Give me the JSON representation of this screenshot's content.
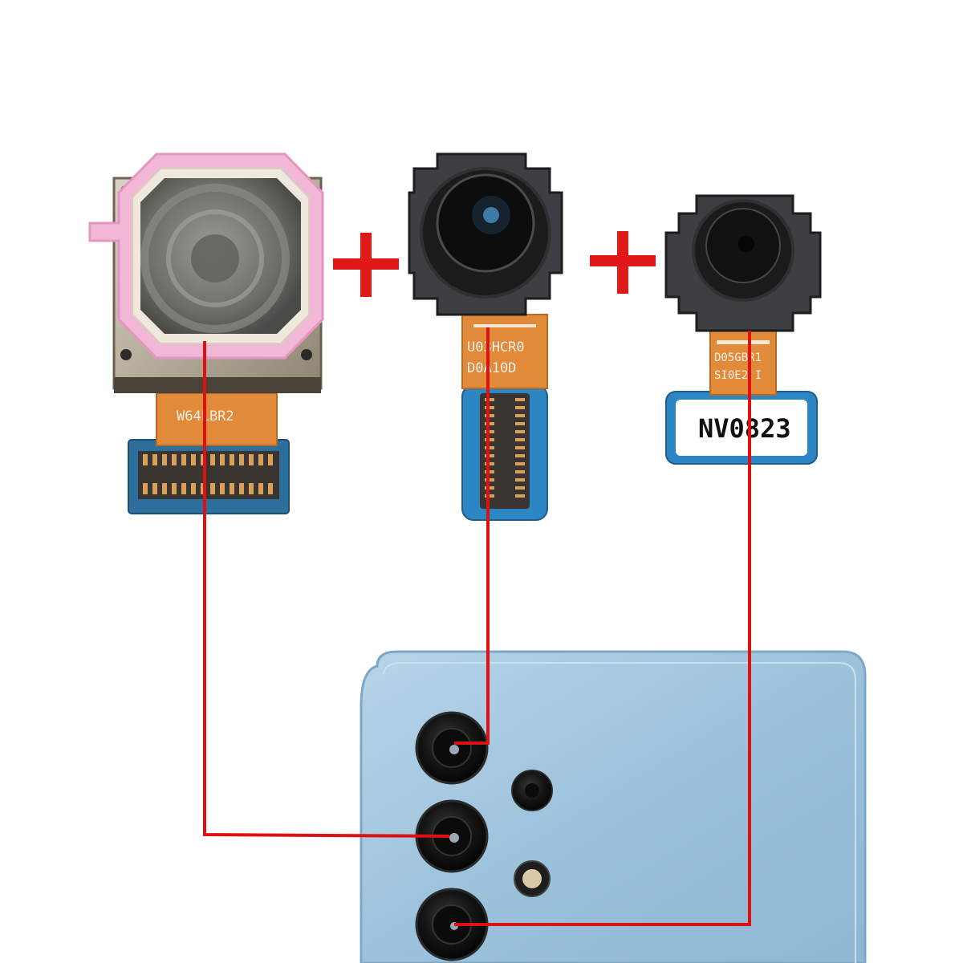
{
  "modules": {
    "main": {
      "label": "W64LBR2"
    },
    "ultrawide": {
      "label_line1": "U03HCR0",
      "label_line2": "D0A10D"
    },
    "macro": {
      "label_line1": "D05GBR1",
      "label_line2": "SI0E2 I",
      "sticker": "NV0823"
    }
  },
  "colors": {
    "background": "#ffffff",
    "connector_line": "#dd1111",
    "plus_sign": "#e01818",
    "phone_body": "#9cc2dc",
    "flex_cable": "#e08a3a",
    "pcb_blue": "#2d6f9c",
    "lens_black": "#141414",
    "pink_gasket": "#f2b6d6"
  }
}
